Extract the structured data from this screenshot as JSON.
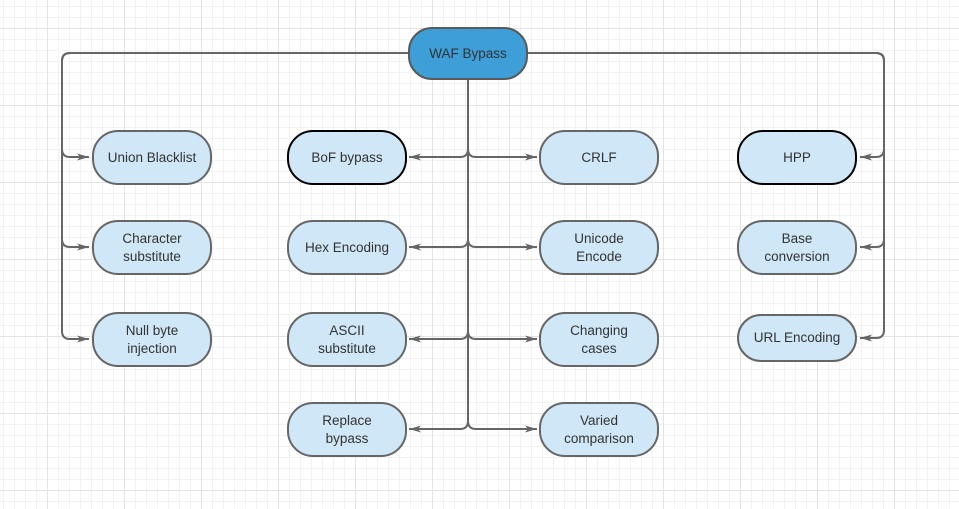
{
  "diagram": {
    "type": "mindmap-flowchart",
    "root": {
      "label": "WAF Bypass"
    },
    "nodes": {
      "union_blacklist": {
        "label": "Union Blacklist"
      },
      "character_substitute": {
        "label": "Character\nsubstitute"
      },
      "null_byte_injection": {
        "label": "Null byte\ninjection"
      },
      "bof_bypass": {
        "label": "BoF bypass",
        "emphasis": "black-border"
      },
      "hex_encoding": {
        "label": "Hex Encoding"
      },
      "ascii_substitute": {
        "label": "ASCII\nsubstitute"
      },
      "replace_bypass": {
        "label": "Replace\nbypass"
      },
      "crlf": {
        "label": "CRLF"
      },
      "unicode_encode": {
        "label": "Unicode\nEncode"
      },
      "changing_cases": {
        "label": "Changing\ncases"
      },
      "varied_comparison": {
        "label": "Varied\ncomparison"
      },
      "hpp": {
        "label": "HPP",
        "emphasis": "black-border"
      },
      "base_conversion": {
        "label": "Base\nconversion"
      },
      "url_encoding": {
        "label": "URL Encoding"
      }
    },
    "colors": {
      "root_fill": "#3d9ed8",
      "node_fill": "#cfe7f7",
      "border_gray": "#666666",
      "border_black": "#000000",
      "edge": "#666666",
      "text": "#333333",
      "grid_minor": "#f2f2f2",
      "grid_major": "#e4e4e4"
    }
  }
}
